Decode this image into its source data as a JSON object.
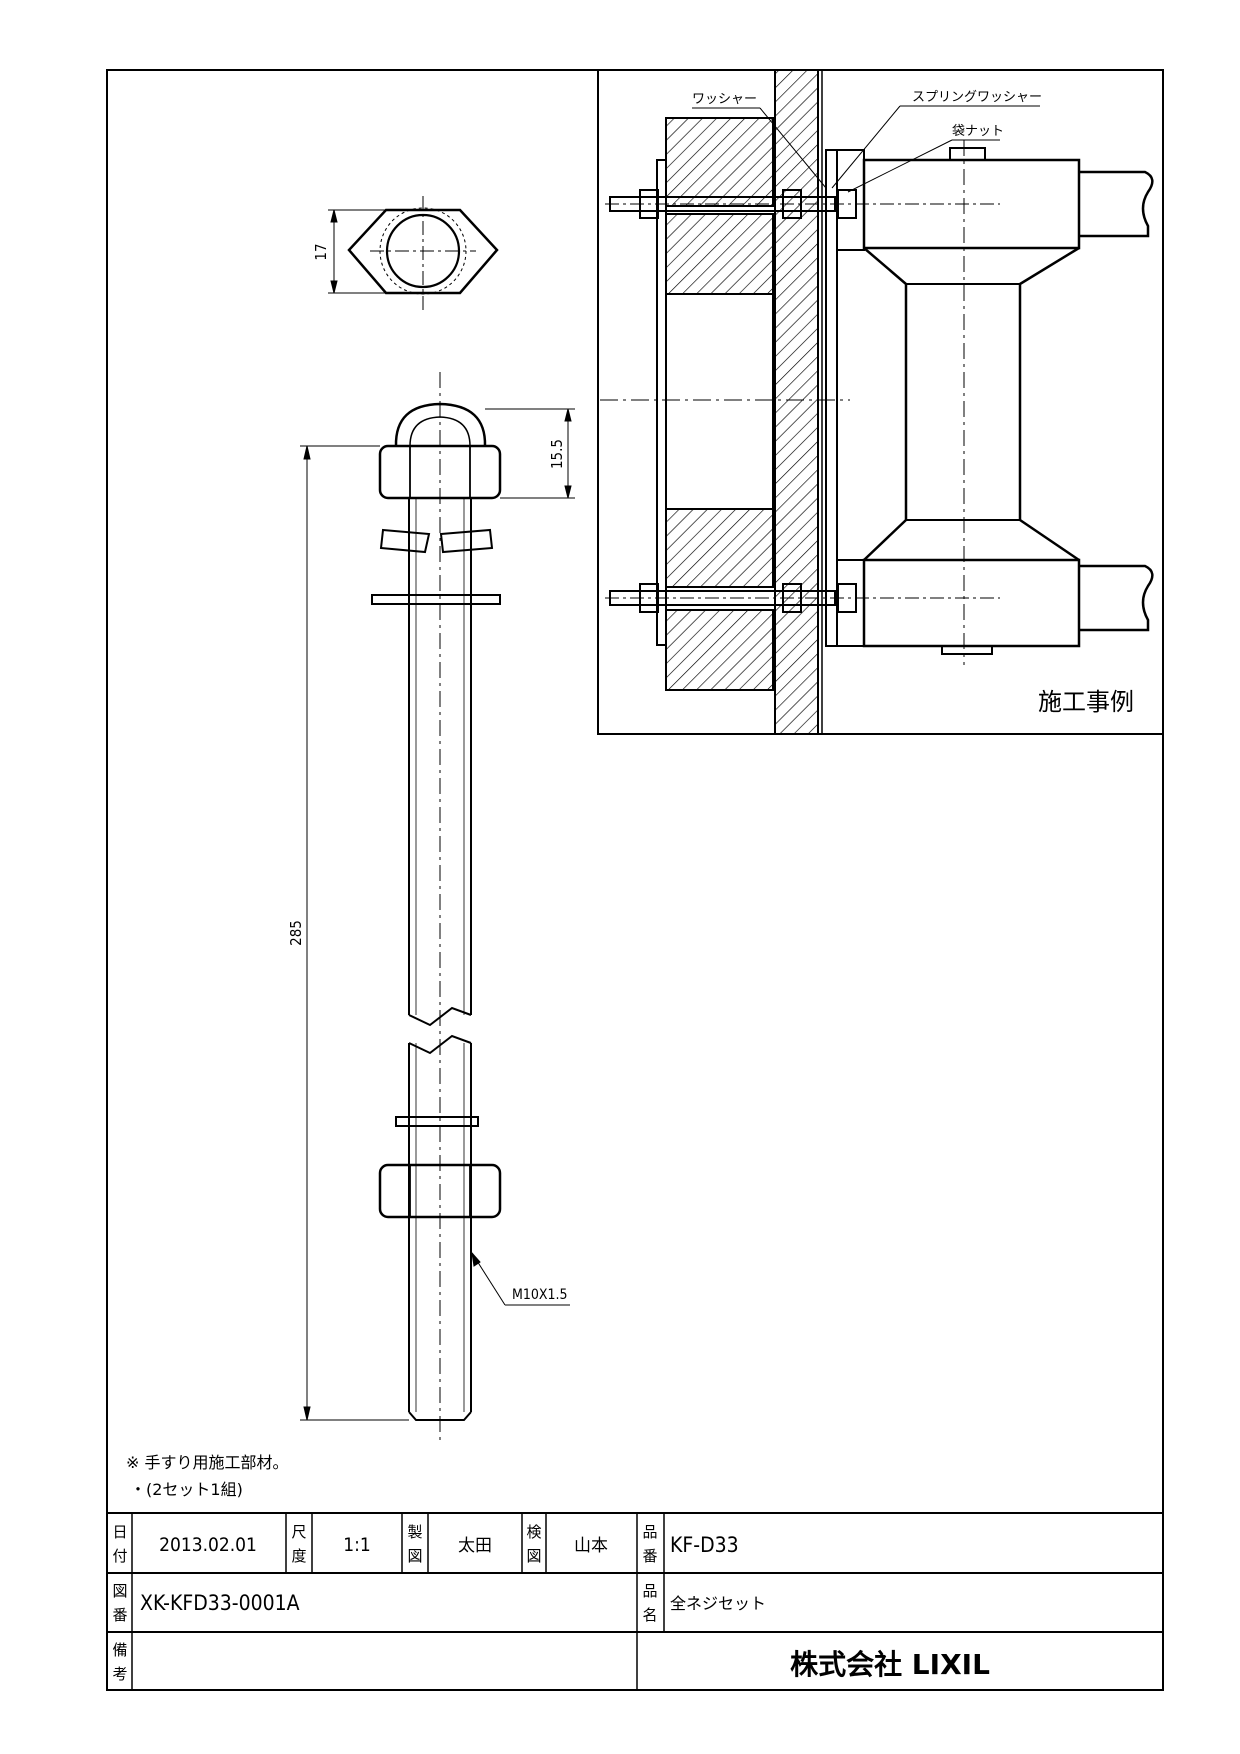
{
  "dimensions": {
    "hex_across_flats": "17",
    "cap_nut_height": "15.5",
    "bolt_length": "285",
    "thread_spec": "M10X1.5"
  },
  "callouts": {
    "washer": "ワッシャー",
    "spring_washer": "スプリングワッシャー",
    "cap_nut": "袋ナット",
    "installation_example": "施工事例"
  },
  "notes": {
    "line1": "※ 手すり用施工部材。",
    "line2": "・(2セット1組)"
  },
  "title_block": {
    "date_label_1": "日",
    "date_label_2": "付",
    "date": "2013.02.01",
    "scale_label_1": "尺",
    "scale_label_2": "度",
    "scale": "1:1",
    "made_label_1": "製",
    "made_label_2": "図",
    "made_by": "太田",
    "checked_label_1": "検",
    "checked_label_2": "図",
    "checked_by": "山本",
    "part_no_label_1": "品",
    "part_no_label_2": "番",
    "part_no": "KF-D33",
    "drawing_no_label_1": "図",
    "drawing_no_label_2": "番",
    "drawing_no": "XK-KFD33-0001A",
    "part_name_label_1": "品",
    "part_name_label_2": "名",
    "part_name": "全ネジセット",
    "remarks_label_1": "備",
    "remarks_label_2": "考",
    "company": "株式会社 LIXIL"
  }
}
